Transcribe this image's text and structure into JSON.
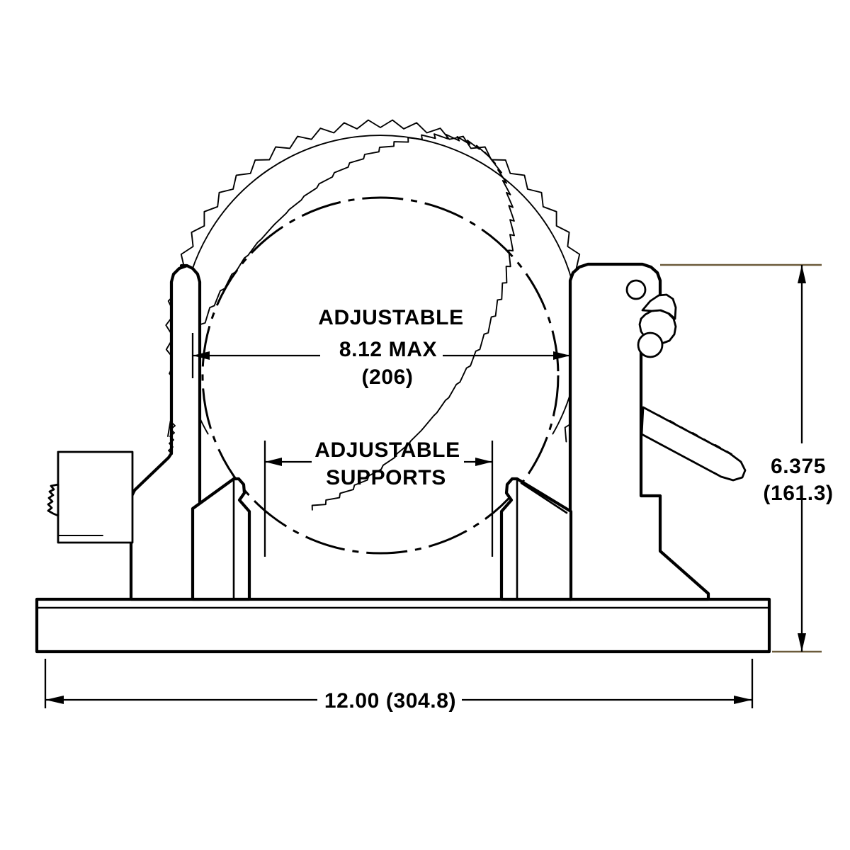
{
  "drawing": {
    "title": "Adjustable pipe / tube clamp assembly side elevation",
    "view": "front elevation",
    "units_note": "inches with millimetres in parentheses",
    "line_color": "#000000",
    "background_color": "#ffffff",
    "accent_extension_color": "#6b5a3a"
  },
  "annotations": {
    "capacity": {
      "line1": "ADJUSTABLE",
      "line2": "8.12 MAX",
      "line3": "(206)",
      "nominal_in": 8.12,
      "nominal_mm": 206
    },
    "supports": {
      "line1": "ADJUSTABLE",
      "line2": "SUPPORTS"
    },
    "height": {
      "line1": "6.375",
      "line2": "(161.3)",
      "value_in": 6.375,
      "value_mm": 161.3
    },
    "width": {
      "label": "12.00 (304.8)",
      "value_in": 12.0,
      "value_mm": 304.8
    }
  },
  "components": {
    "base_plate": "base-plate",
    "left_post": "left-vertical-post",
    "left_side_block": "left-side-block",
    "left_knob": "left-adjust-knob",
    "right_post": "right-vertical-post",
    "cam_lever": "cam-lever",
    "handle": "knurled-handle",
    "left_support": "left-adjustable-support",
    "right_support": "right-adjustable-support",
    "toothed_ring": "serrated-outer-ring",
    "inner_ring": "inner-ring",
    "phantom_circle": "workpiece-phantom-circle",
    "pivot_hole_upper": "upper-pivot-hole",
    "pivot_hole_lower": "lower-pivot-hole"
  }
}
